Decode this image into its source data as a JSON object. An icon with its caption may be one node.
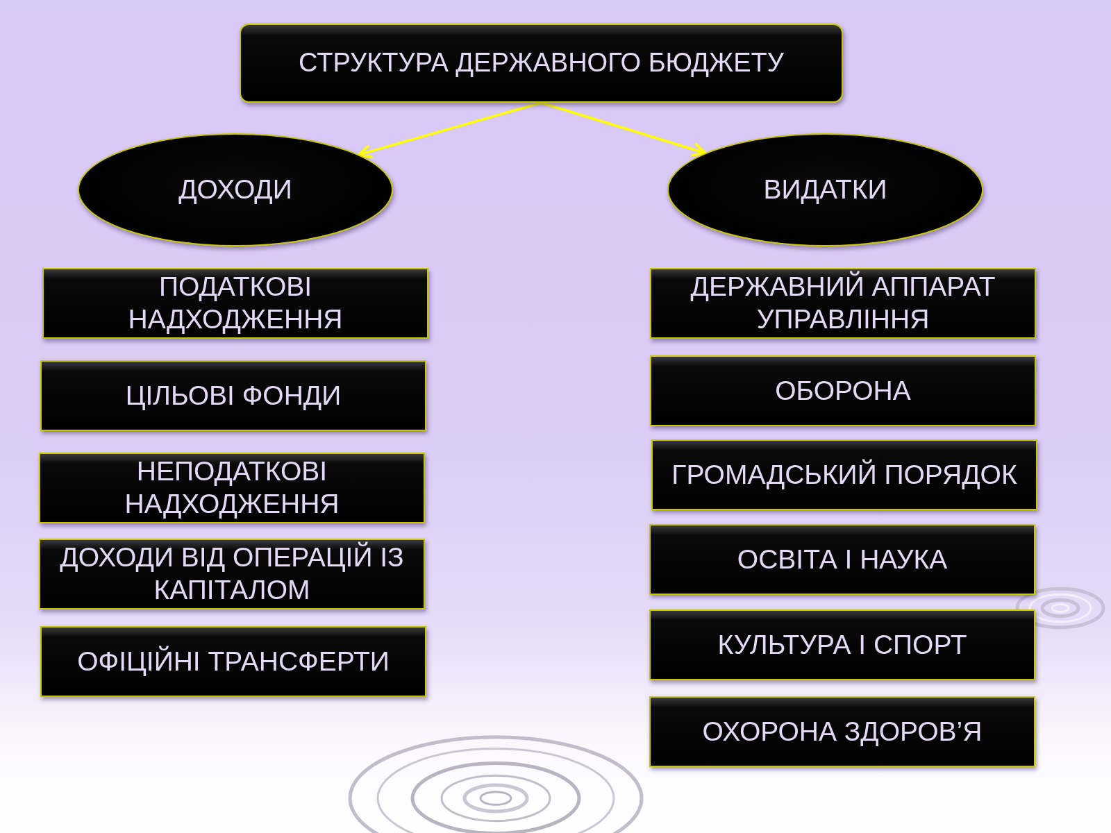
{
  "diagram": {
    "nodes": [
      {
        "text": [
          "СТРУКТУРА ДЕРЖАВНОГО БЮДЖЕТУ"
        ]
      },
      {
        "text": [
          "ДОХОДИ"
        ]
      },
      {
        "text": [
          "ВИДАТКИ"
        ]
      },
      {
        "text": [
          "ПОДАТКОВІ НАДХОДЖЕННЯ"
        ]
      },
      {
        "text": [
          "ЦІЛЬОВІ ФОНДИ"
        ]
      },
      {
        "text": [
          "НЕПОДАТКОВІ НАДХОДЖЕННЯ"
        ]
      },
      {
        "text": [
          "ДОХОДИ ВІД ОПЕРАЦІЙ ІЗ КАПІТАЛОМ"
        ]
      },
      {
        "text": [
          "ОФІЦІЙНІ ТРАНСФЕРТИ"
        ]
      },
      {
        "text": [
          "ДЕРЖАВНИЙ АППАРАТ УПРАВЛІННЯ"
        ]
      },
      {
        "text": [
          "ОБОРОНА"
        ]
      },
      {
        "text": [
          "ГРОМАДСЬКИЙ ПОРЯДОК"
        ]
      },
      {
        "text": [
          "ОСВІТА І НАУКА"
        ]
      },
      {
        "text": [
          "КУЛЬТУРА І СПОРТ"
        ]
      },
      {
        "text": [
          "ОХОРОНА ЗДОРОВ’Я"
        ]
      }
    ],
    "edges": [
      {
        "from": 0,
        "to": 1,
        "arrow": "to"
      },
      {
        "from": 0,
        "to": 2,
        "arrow": "to"
      }
    ]
  }
}
